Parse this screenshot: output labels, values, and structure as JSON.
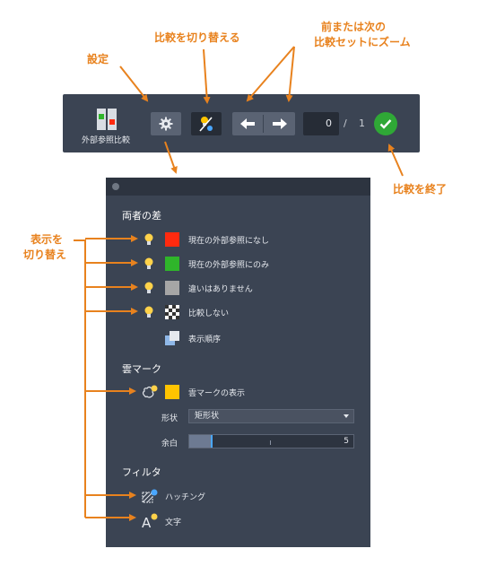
{
  "callouts": {
    "settings": "設定",
    "switch_compare": "比較を切り替える",
    "zoom_line1": "前または次の",
    "zoom_line2": "比較セットにズーム",
    "finish": "比較を終了",
    "toggle_line1": "表示を",
    "toggle_line2": "切り替え"
  },
  "toolbar": {
    "xref_compare_label": "外部参照比較",
    "current_set": "0",
    "separator": "/",
    "total_sets": "1"
  },
  "panel": {
    "section_differences": "両者の差",
    "rows": [
      {
        "label": "現在の外部参照になし",
        "color": "#ff2a0f"
      },
      {
        "label": "現在の外部参照にのみ",
        "color": "#2fb52a"
      },
      {
        "label": "違いはありません",
        "color": "#a6a6a6"
      },
      {
        "label": "比較しない",
        "color": "checker"
      },
      {
        "label": "表示順序",
        "color": "stack-icon"
      }
    ],
    "section_revcloud": "雲マーク",
    "revcloud_row": {
      "label": "雲マークの表示",
      "color": "#ffc400"
    },
    "shape_label": "形状",
    "shape_value": "矩形状",
    "margin_label": "余白",
    "margin_value": "5",
    "margin_fraction": 0.13,
    "section_filter": "フィルタ",
    "filter_hatch": "ハッチング",
    "filter_text": "文字"
  },
  "colors": {
    "accent": "#e8821e",
    "panel_bg": "#3b4453",
    "done_green": "#2fa836"
  }
}
